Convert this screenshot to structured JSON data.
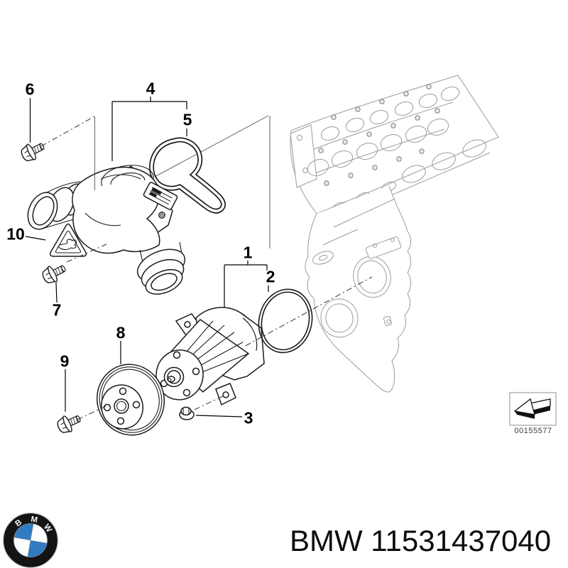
{
  "callouts": [
    {
      "label": "1"
    },
    {
      "label": "2"
    },
    {
      "label": "3"
    },
    {
      "label": "4"
    },
    {
      "label": "5"
    },
    {
      "label": "6"
    },
    {
      "label": "7"
    },
    {
      "label": "8"
    },
    {
      "label": "9"
    },
    {
      "label": "10"
    }
  ],
  "stamp": {
    "number": "00155577"
  },
  "footer": {
    "text": "BMW 11531437040"
  },
  "logo": {
    "letters": [
      "B",
      "M",
      "W"
    ],
    "blue": "#2f7cc0",
    "ring": "#141414"
  },
  "colors": {
    "background": "#ffffff",
    "foreground_line": "#1b1b1b",
    "engine_line": "#9b9b9b",
    "text": "#0d0d0d"
  }
}
